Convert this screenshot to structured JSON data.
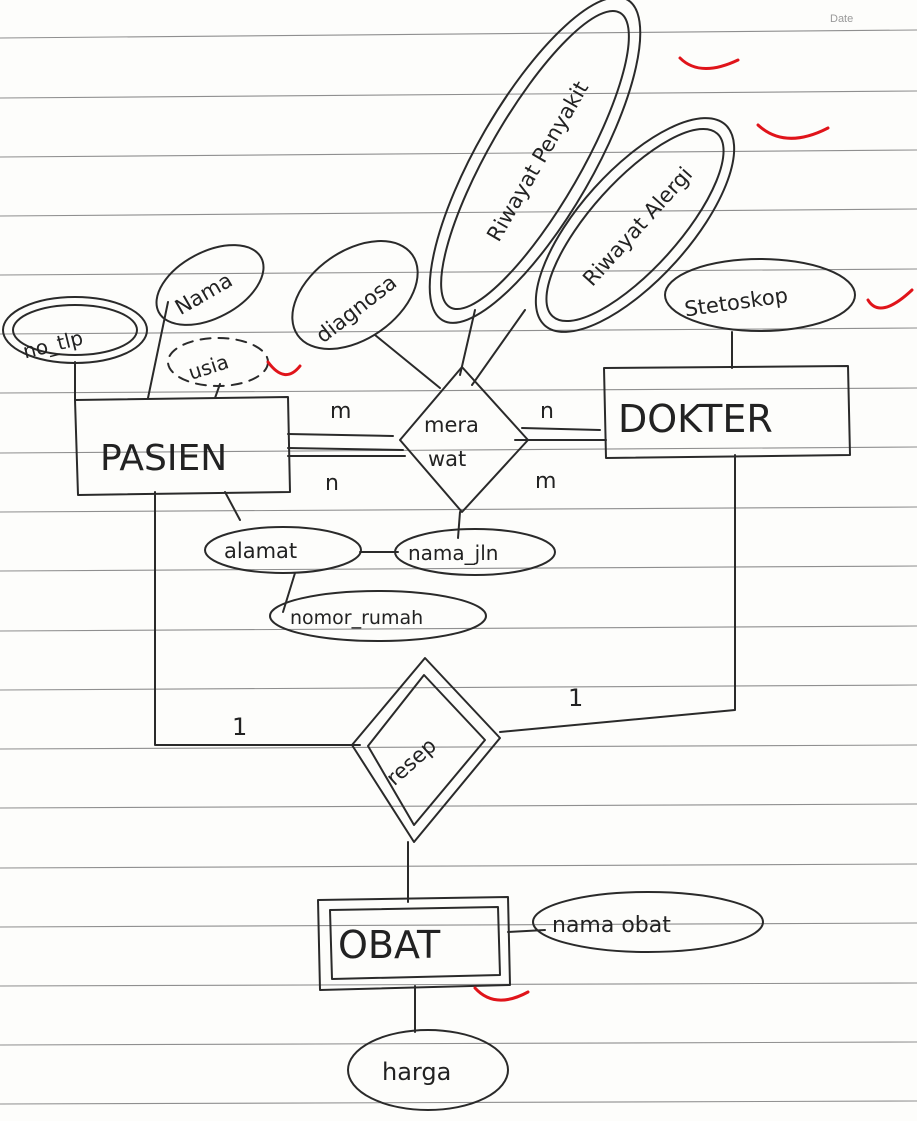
{
  "header": {
    "date_label": "Date"
  },
  "diagram": {
    "entities": {
      "pasien": "PASIEN",
      "dokter": "DOKTER",
      "obat": "OBAT"
    },
    "relationships": {
      "merawat_line1": "mera",
      "merawat_line2": "wat",
      "resep": "resep"
    },
    "attributes": {
      "no_tlp": "no_tlp",
      "nama": "Nama",
      "usia": "usia",
      "diagnosa": "diagnosa",
      "riwayat_penyakit": "Riwayat Penyakit",
      "riwayat_alergi": "Riwayat Alergi",
      "stetoskop": "Stetoskop",
      "alamat": "alamat",
      "nama_jln": "nama_jln",
      "nomor_rumah": "nomor_rumah",
      "nama_obat": "nama obat",
      "harga": "harga"
    },
    "cardinalities": {
      "pasien_merawat_top": "m",
      "pasien_merawat_bottom": "n",
      "merawat_dokter_top": "n",
      "merawat_dokter_bottom": "m",
      "pasien_resep": "1",
      "dokter_resep": "1"
    }
  },
  "colors": {
    "ink": "#2a2a2a",
    "ruled_lines": "#8f8f8f",
    "check_marks": "#e0141a"
  }
}
